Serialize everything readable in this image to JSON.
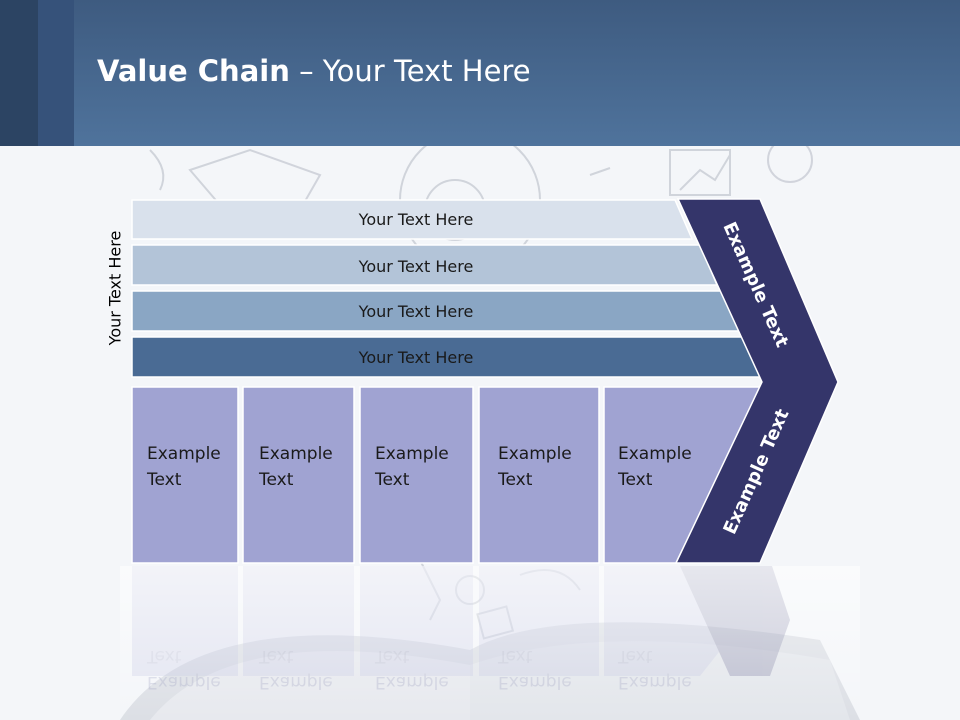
{
  "title": {
    "bold": "Value Chain",
    "rest": " – Your Text Here"
  },
  "side_label": "Your Text Here",
  "bars": [
    {
      "label": "Your Text Here",
      "color": "#d9e1ec"
    },
    {
      "label": "Your Text Here",
      "color": "#b3c4d8"
    },
    {
      "label": "Your Text Here",
      "color": "#8aa6c4"
    },
    {
      "label": "Your Text Here",
      "color": "#4a6b94"
    }
  ],
  "columns": [
    {
      "line1": "Example",
      "line2": "Text"
    },
    {
      "line1": "Example",
      "line2": "Text"
    },
    {
      "line1": "Example",
      "line2": "Text"
    },
    {
      "line1": "Example",
      "line2": "Text"
    },
    {
      "line1": "Example",
      "line2": "Text"
    }
  ],
  "chevron": {
    "upper_label": "Example Text",
    "lower_label": "Example Text",
    "color": "#34356a"
  },
  "colors": {
    "column_fill": "#a0a3d2",
    "header": "#4a6b94"
  }
}
